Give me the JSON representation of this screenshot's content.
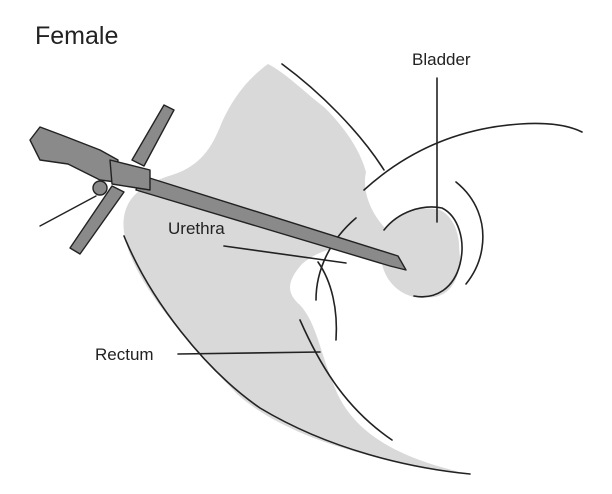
{
  "title": "Female",
  "labels": {
    "bladder": "Bladder",
    "urethra": "Urethra",
    "rectum": "Rectum"
  },
  "colors": {
    "tissue_fill": "#d9d9d9",
    "instrument_fill": "#8a8a8a",
    "line": "#222222"
  },
  "icons": {
    "instrument": "cystoscope-icon"
  }
}
